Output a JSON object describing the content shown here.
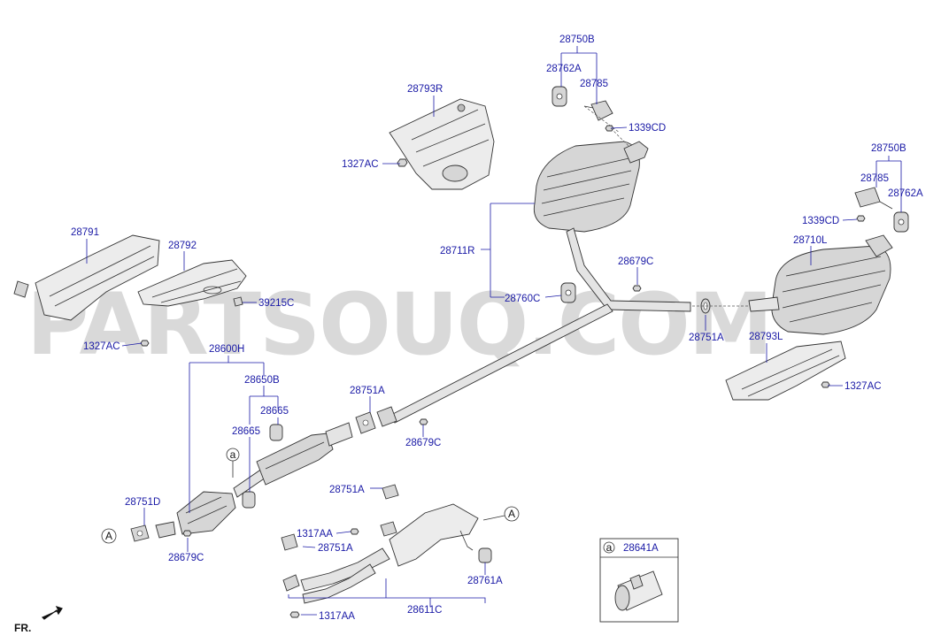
{
  "watermark": "PARTSOUQ.COM",
  "direction_label": "FR.",
  "callouts": {
    "c28750B_top": "28750B",
    "c28762A_top": "28762A",
    "c28785_top": "28785",
    "c1339CD_top": "1339CD",
    "c28793R": "28793R",
    "c1327AC_top": "1327AC",
    "c28750B_right": "28750B",
    "c28785_right": "28785",
    "c28762A_right": "28762A",
    "c1339CD_right": "1339CD",
    "c28710L": "28710L",
    "c28791": "28791",
    "c28792": "28792",
    "c39215C": "39215C",
    "c1327AC_left": "1327AC",
    "c28711R": "28711R",
    "c28679C_upper": "28679C",
    "c28760C": "28760C",
    "c28751A_mid": "28751A",
    "c28793L": "28793L",
    "c1327AC_right": "1327AC",
    "c28600H": "28600H",
    "c28650B": "28650B",
    "c28665_a": "28665",
    "c28665_b": "28665",
    "c28751A_center": "28751A",
    "c28679C_center": "28679C",
    "c28751D": "28751D",
    "c28679C_lower": "28679C",
    "c28751A_lowtop": "28751A",
    "c1317AA_top": "1317AA",
    "c28751A_low": "28751A",
    "c28761A": "28761A",
    "c28611C": "28611C",
    "c1317AA_bottom": "1317AA"
  },
  "markers": {
    "ref_a_pipe": "a",
    "ref_A_left": "A",
    "ref_A_right": "A"
  },
  "inset": {
    "tag": "a",
    "part_no": "28641A"
  }
}
